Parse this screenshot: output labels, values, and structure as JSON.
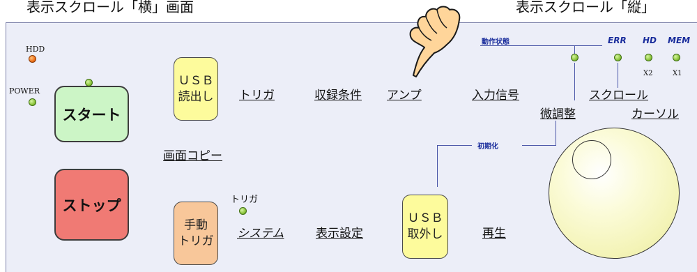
{
  "captions": {
    "left": "表示スクロール「横」画面",
    "right": "表示スクロール「縦」"
  },
  "indicators": {
    "hdd": "HDD",
    "power": "POWER",
    "trigger": "トリガ",
    "err": "ERR",
    "hd": "HD",
    "mem": "MEM",
    "x2": "X2",
    "x1": "X1"
  },
  "headers": {
    "operation_status": "動作状態",
    "initialize": "初期化"
  },
  "buttons": {
    "start": "スタート",
    "stop": "ストップ",
    "usb_read": "ＵＳＢ\n読出し",
    "manual_trigger": "手動\nトリガ",
    "usb_remove": "ＵＳＢ\n取外し"
  },
  "links": {
    "trigger": "トリガ",
    "record_condition": "収録条件",
    "amp": "アンプ",
    "input_signal": "入力信号",
    "scroll": "スクロール",
    "fine_adjust": "微調整",
    "cursor": "カーソル",
    "screen_copy": "画面コピー",
    "system": "システム",
    "display_settings": "表示設定",
    "playback": "再生"
  },
  "colors": {
    "panel_bg": "#eceef8",
    "start_btn": "#ccf5c6",
    "stop_btn": "#f07a74",
    "usb_btn": "#fdfb9c",
    "manual_trigger_btn": "#f8c79a",
    "knob": "#f6f6c4",
    "accent_blue": "#1a2d9c",
    "led_green": "#8cc43c",
    "led_orange": "#ee6f17"
  },
  "icons": [
    "pointing-hand-icon",
    "led-indicator-icon",
    "jog-dial-knob"
  ]
}
